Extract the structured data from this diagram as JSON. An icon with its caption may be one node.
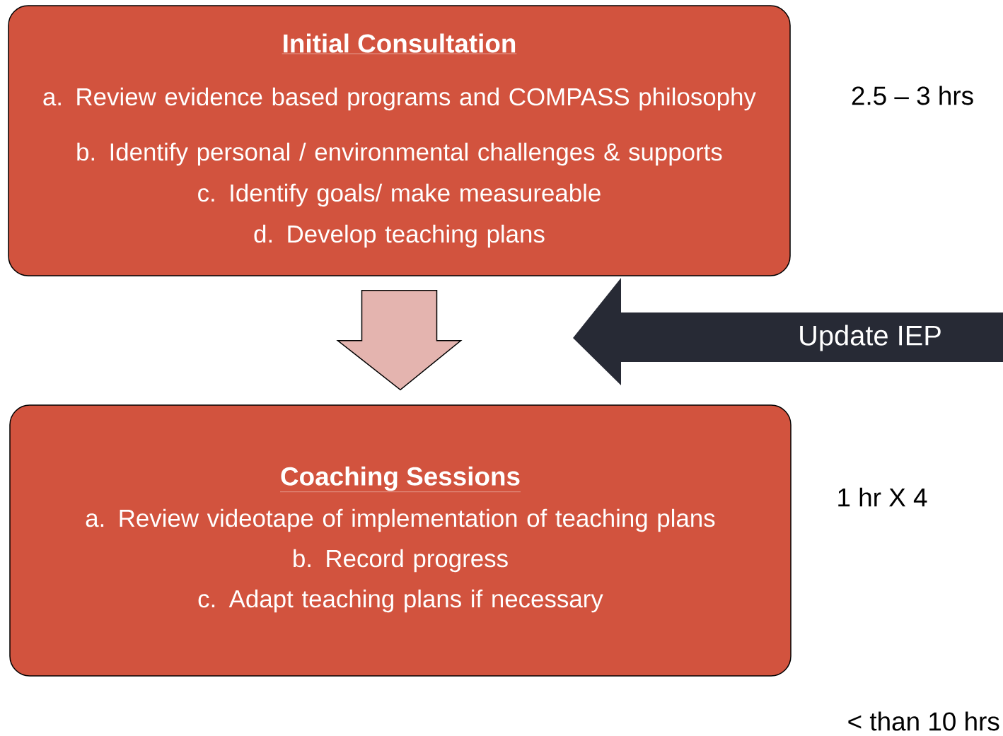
{
  "diagram": {
    "nodes": [
      {
        "text": [
          "Initial Consultation",
          "a. Review evidence based programs and COMPASS philosophy",
          "b.  Identify personal / environmental challenges & supports",
          "c.  Identify goals/ make measureable",
          "d. Develop teaching plans"
        ],
        "beside": [
          "2.5 – 3 hrs"
        ]
      },
      {
        "text": [
          "Coaching Sessions",
          "a. Review videotape of implementation of teaching  plans",
          "b. Record progress",
          "c. Adapt teaching plans if necessary"
        ],
        "beside": [
          "1 hr X 4"
        ]
      },
      {
        "text": [
          "Update IEP"
        ]
      }
    ],
    "edges": [
      {
        "from": 0,
        "to": 1,
        "arrow": "to"
      }
    ],
    "labels": [
      "< than 10 hrs"
    ]
  }
}
